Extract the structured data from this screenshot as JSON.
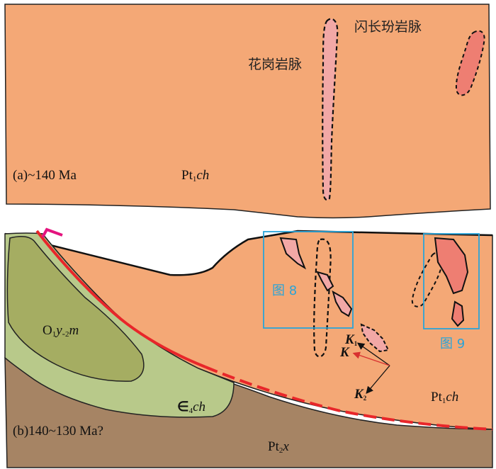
{
  "colors": {
    "host_rock": "#f4a876",
    "granite_dike": "#f2a8a6",
    "diorite_dike": "#ee7e72",
    "ordovician": "#a5ad62",
    "cambrian": "#b8c98a",
    "basement": "#a68464",
    "fault": "#e8262a",
    "fault_arrow": "#e4147e",
    "frame_box": "#2aa4d8",
    "stress_red": "#d83030"
  },
  "panel_a": {
    "label": "(a)~140 Ma",
    "formation": {
      "main": "Pt",
      "sub": "1",
      "italic": "ch"
    },
    "granite_dike_label": "花岗岩脉",
    "diorite_dike_label": "闪长玢岩脉"
  },
  "panel_b": {
    "label": "(b)140~130 Ma?",
    "ordovician_unit": {
      "main": "O",
      "sub1": "1",
      "it1": "y",
      "dash": "-",
      "sub2": "2",
      "it2": "m"
    },
    "cambrian_unit": {
      "main": "∈",
      "sub": "4",
      "italic": "ch"
    },
    "host_unit": {
      "main": "Pt",
      "sub": "1",
      "italic": "ch"
    },
    "basement_unit": {
      "main": "Pt",
      "sub": "2",
      "italic": "x"
    },
    "box_left_label": "图 8",
    "box_right_label": "图 9",
    "stress_k1": {
      "main": "K",
      "sub": "1"
    },
    "stress_k": {
      "main": "K"
    },
    "stress_k2": {
      "main": "K",
      "sub": "2"
    }
  }
}
